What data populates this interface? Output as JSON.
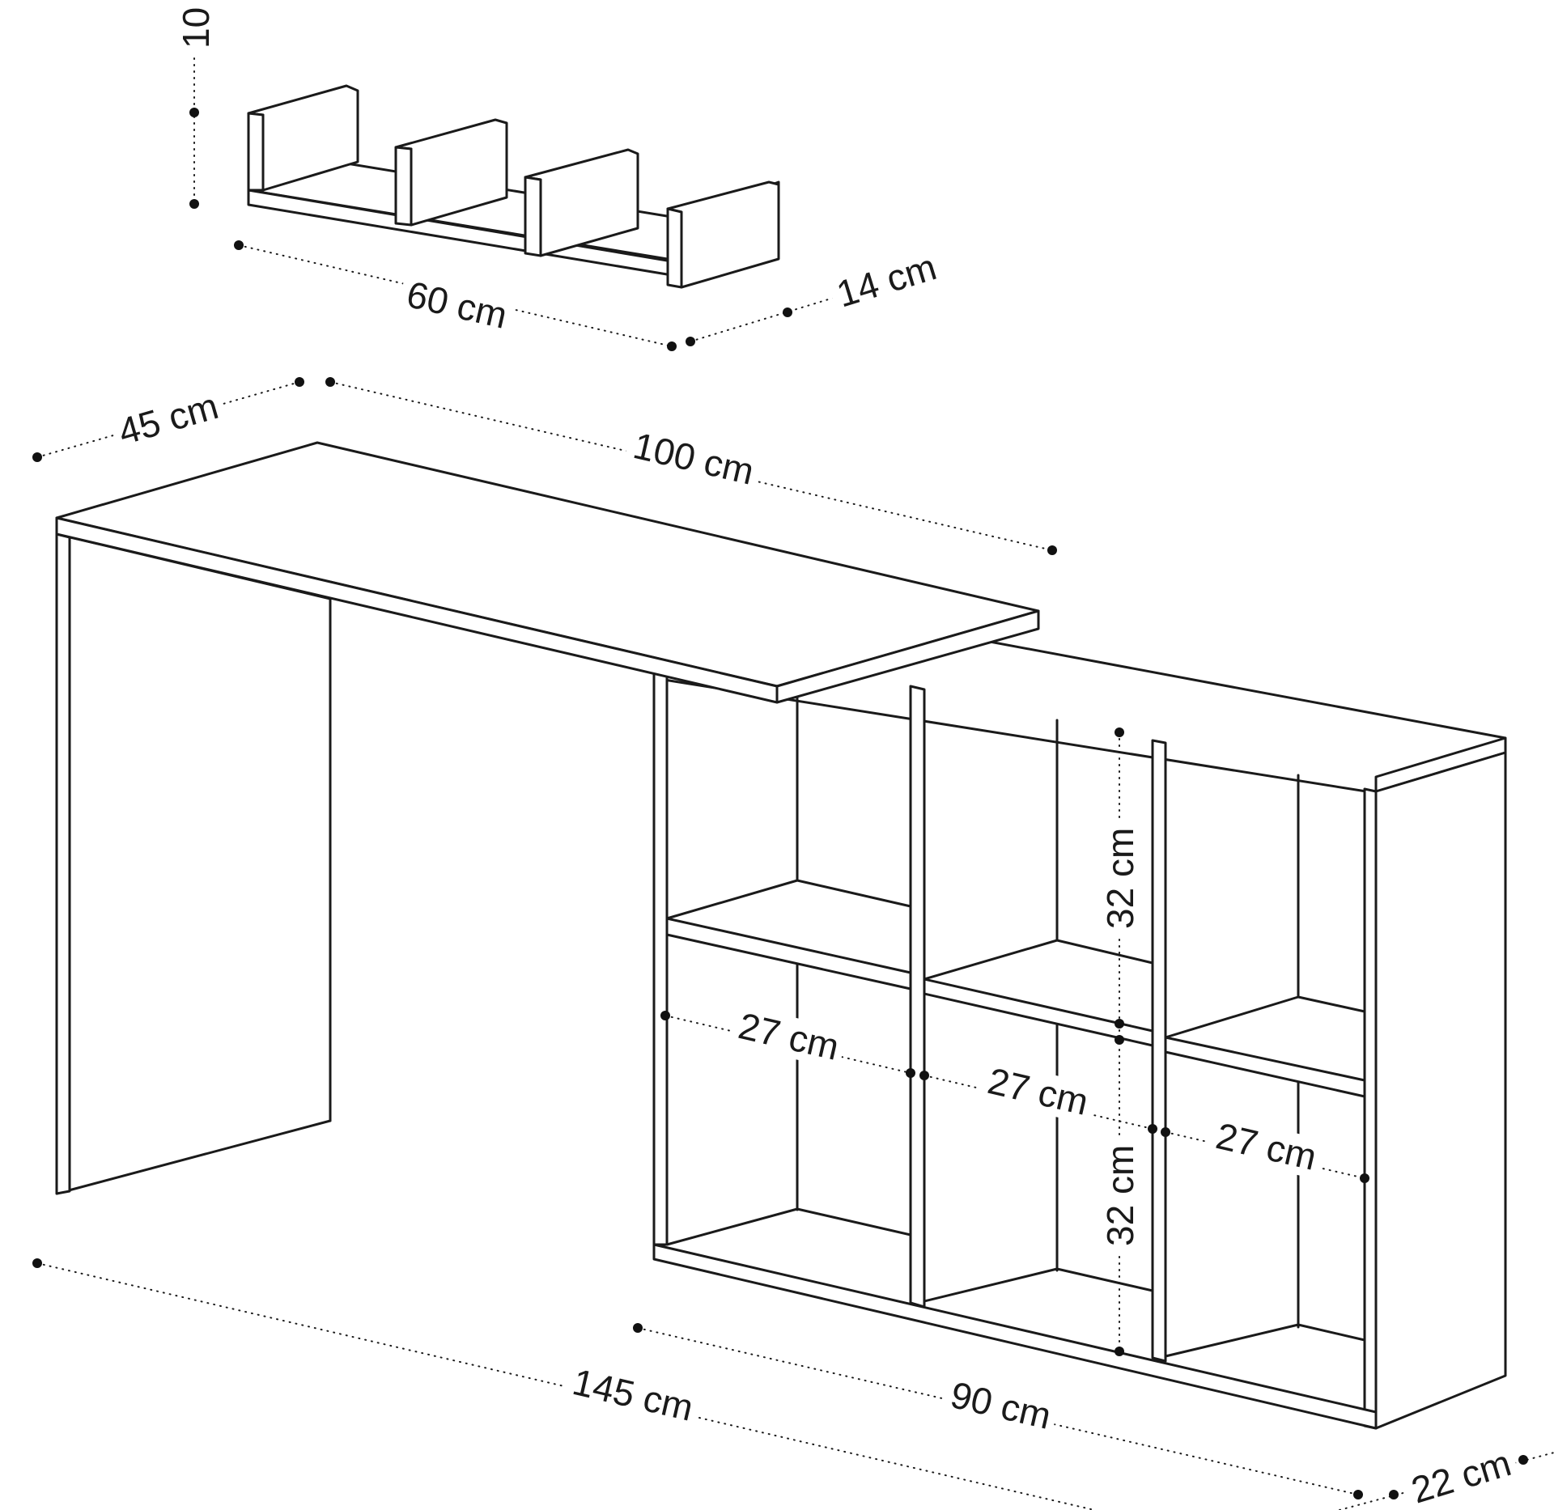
{
  "dimensions": {
    "shelf_height": "10 cm",
    "shelf_width": "60 cm",
    "shelf_depth": "14 cm",
    "desk_depth": "45 cm",
    "desk_top_length": "100 cm",
    "cell_width_1": "27 cm",
    "cell_width_2": "27 cm",
    "cell_width_3": "27 cm",
    "cell_height_upper": "32 cm",
    "cell_height_lower": "32 cm",
    "total_length": "145 cm",
    "cabinet_length": "90 cm",
    "cabinet_depth": "22 cm"
  },
  "colors": {
    "line": "#1a1a1a",
    "background": "#ffffff"
  }
}
